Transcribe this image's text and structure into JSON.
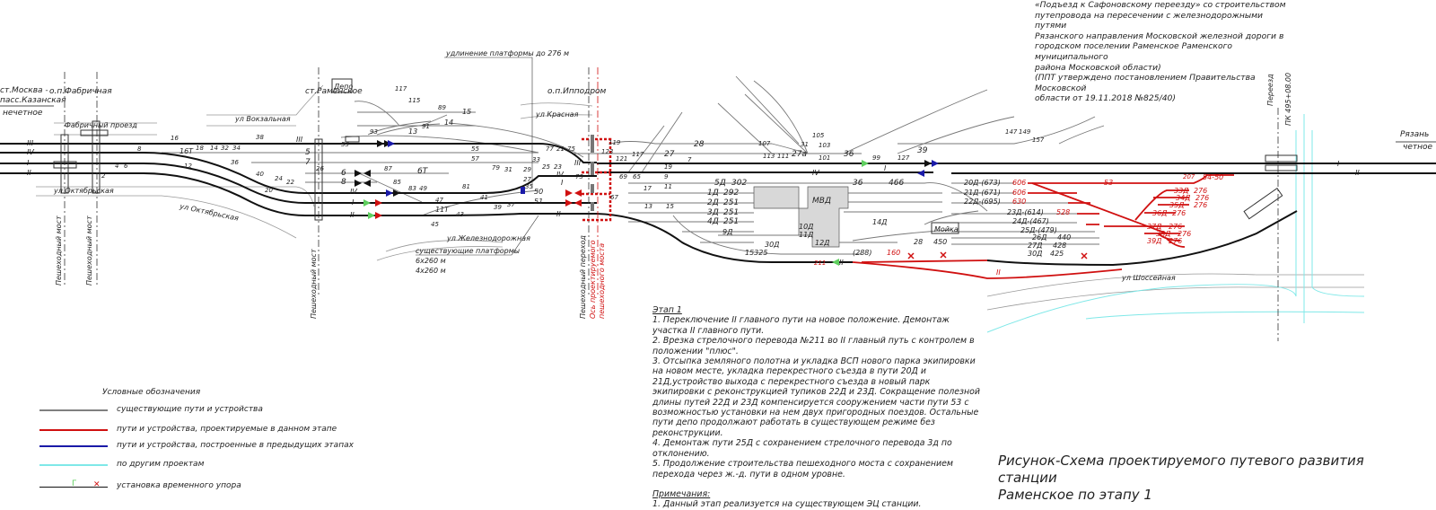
{
  "colors": {
    "existing": "#808080",
    "main": "#111111",
    "this_stage": "#d01010",
    "previous": "#1a1aa8",
    "other": "#7fe8e8",
    "stop_green": "#5fcf5f"
  },
  "stations": {
    "fabrichnaya": "о.п.Фабричная",
    "ramenskoe": "ст.Раменское",
    "ippodrom": "о.п.Ипподром"
  },
  "directions": {
    "moscow_1": "ст.Москва -",
    "moscow_2": "пасс.Казанская",
    "odd": "нечетное",
    "ryazan": "Рязань",
    "even": "четное"
  },
  "streets": {
    "fabrichny": "Фабричный проезд",
    "vokzalnaya": "ул Вокзальная",
    "oktyabrskaya1": "ул Октябрьская",
    "oktyabrskaya2": "ул Октябрьская",
    "krasnaya": "ул Красная",
    "zheleznodorozhnaya": "ул Железнодорожная",
    "shosseynaya": "ул Шоссейная"
  },
  "structures": {
    "bridge1": "Пешеходный мост",
    "bridge2": "Пешеходный мост",
    "bridge3": "Пешеходный мост",
    "crossing": "Пешеходный переход",
    "axis_1": "Ось проектируемого",
    "axis_2": "пешеходного моста",
    "depot": "Депо",
    "mvd": "МВД",
    "wash": "Мойка",
    "pereezd": "Переезд",
    "pk": "ПК 495+08.00"
  },
  "callouts": {
    "platform_ext": "удлинение платформы до 276 м",
    "platforms_1": "существующие платформы",
    "platforms_2": "6х260 м",
    "platforms_3": "4х260 м"
  },
  "tracks": {
    "III": "III",
    "IV": "IV",
    "I": "I",
    "II": "II",
    "t5": "5",
    "t7": "7",
    "t6": "6",
    "t8": "8",
    "t6T": "6Т",
    "t11T": "11Т",
    "t13": "13",
    "t14": "14",
    "t15": "15",
    "t16T": "16Т",
    "t50": "50",
    "t51": "51",
    "t27": "27",
    "t28": "28",
    "t27a": "27а",
    "t36": "36",
    "t39": "39"
  },
  "switches": [
    "16",
    "18",
    "14",
    "32",
    "34",
    "38",
    "36",
    "40",
    "22",
    "24",
    "20",
    "12",
    "8",
    "4",
    "6",
    "2",
    "26",
    "117",
    "115",
    "89",
    "93",
    "91",
    "53",
    "87",
    "85",
    "83",
    "49",
    "47",
    "81",
    "41",
    "45",
    "43",
    "39",
    "37",
    "35",
    "33",
    "29",
    "27",
    "31",
    "79",
    "55",
    "57",
    "77",
    "21",
    "75",
    "73",
    "25",
    "23",
    "119",
    "123",
    "121",
    "117",
    "69",
    "65",
    "67",
    "19",
    "9",
    "7",
    "17",
    "13",
    "15",
    "11",
    "101",
    "99",
    "127",
    "113",
    "111",
    "107",
    "105",
    "103",
    "31",
    "147",
    "149",
    "157"
  ],
  "depot_tracks": [
    {
      "n": "5Д",
      "l": "302"
    },
    {
      "n": "1Д",
      "l": "292"
    },
    {
      "n": "2Д",
      "l": "251"
    },
    {
      "n": "3Д",
      "l": "251"
    },
    {
      "n": "4Д",
      "l": "251"
    },
    {
      "n": "9Д",
      "l": ""
    },
    {
      "n": "10Д",
      "l": ""
    },
    {
      "n": "11Д",
      "l": ""
    },
    {
      "n": "12Д",
      "l": ""
    },
    {
      "n": "14Д",
      "l": ""
    },
    {
      "n": "30Д",
      "l": ""
    },
    {
      "n": "15325",
      "l": ""
    },
    {
      "n": "(288)",
      "l": ""
    }
  ],
  "yard_tracks": [
    {
      "n": "20Д-(673)",
      "l": "606"
    },
    {
      "n": "21Д-(671)",
      "l": "606"
    },
    {
      "n": "22Д-(695)",
      "l": "630"
    },
    {
      "n": "23Д-(614)",
      "l": "528"
    },
    {
      "n": "24Д-(467)",
      "l": ""
    },
    {
      "n": "25Д-(479)",
      "l": ""
    },
    {
      "n": "26Д",
      "l": "440"
    },
    {
      "n": "27Д",
      "l": "428"
    },
    {
      "n": "28",
      "l": "450"
    },
    {
      "n": "30Д",
      "l": "425"
    },
    {
      "n": "36",
      "l": "466"
    }
  ],
  "new_tracks": [
    {
      "n": "53",
      "l": ""
    },
    {
      "n": "207",
      "l": "54-50"
    },
    {
      "n": "33Д",
      "l": "276"
    },
    {
      "n": "34Д",
      "l": "276"
    },
    {
      "n": "35Д",
      "l": "276"
    },
    {
      "n": "36Д",
      "l": "276"
    },
    {
      "n": "37Д",
      "l": "276"
    },
    {
      "n": "38Д",
      "l": "276"
    },
    {
      "n": "39Д",
      "l": "276"
    },
    {
      "n": "211",
      "l": ""
    },
    {
      "n": "160",
      "l": ""
    }
  ],
  "top_info": [
    "«Подъезд к Сафоновскому переезду» со строительством",
    "путепровода на пересечении с железнодорожными путями",
    "Рязанского направления Московской железной дороги в",
    "городском поселении Раменское Раменского муниципального",
    "района Московской области)",
    "(ППТ утверждено постановлением Правительства Московской",
    "области от 19.11.2018 №825/40)"
  ],
  "notes": {
    "heading": "Этап 1",
    "items": [
      "1. Переключение II главного пути на новое положение. Демонтаж участка II главного пути.",
      "2. Врезка стрелочного перевода №211 во II главный путь с контролем в положении \"плюс\".",
      "3. Отсыпка земляного полотна и укладка ВСП нового парка экипировки на новом месте, укладка перекрестного съезда в пути 20Д и 21Д,устройство выхода с перекрестного съезда в новый парк экипировки с реконструкцией тупиков 22Д и 23Д. Сокращение полезной длины путей 22Д и 23Д компенсируется сооружением части пути 53 с возможностью установки на нем двух пригородных поездов. Остальные пути депо продолжают работать в существующем режиме без реконструкции.",
      "4. Демонтаж пути 25Д с сохранением стрелочного перевода 3д по отклонению.",
      "5. Продолжение строительства пешеходного моста с сохранением перехода через ж.-д. пути в одном уровне."
    ],
    "remarks_heading": "Примечания:",
    "remarks": [
      "1. Данный этап реализуется на существующем ЭЦ станции."
    ]
  },
  "legend": {
    "title": "Условные обозначения",
    "items": [
      {
        "label": "существующие пути и устройства",
        "color": "#808080"
      },
      {
        "label": "пути и устройства, проектируемые в данном этапе",
        "color": "#d01010"
      },
      {
        "label": "пути и устройства, построенные в предыдущих этапах",
        "color": "#1a1aa8"
      },
      {
        "label": "по другим проектам",
        "color": "#7fe8e8"
      },
      {
        "label": "установка временного упора",
        "color": "#111111"
      }
    ]
  },
  "title": {
    "line1": "Рисунок-Схема проектируемого путевого развития станции",
    "line2": "Раменское по этапу 1"
  }
}
